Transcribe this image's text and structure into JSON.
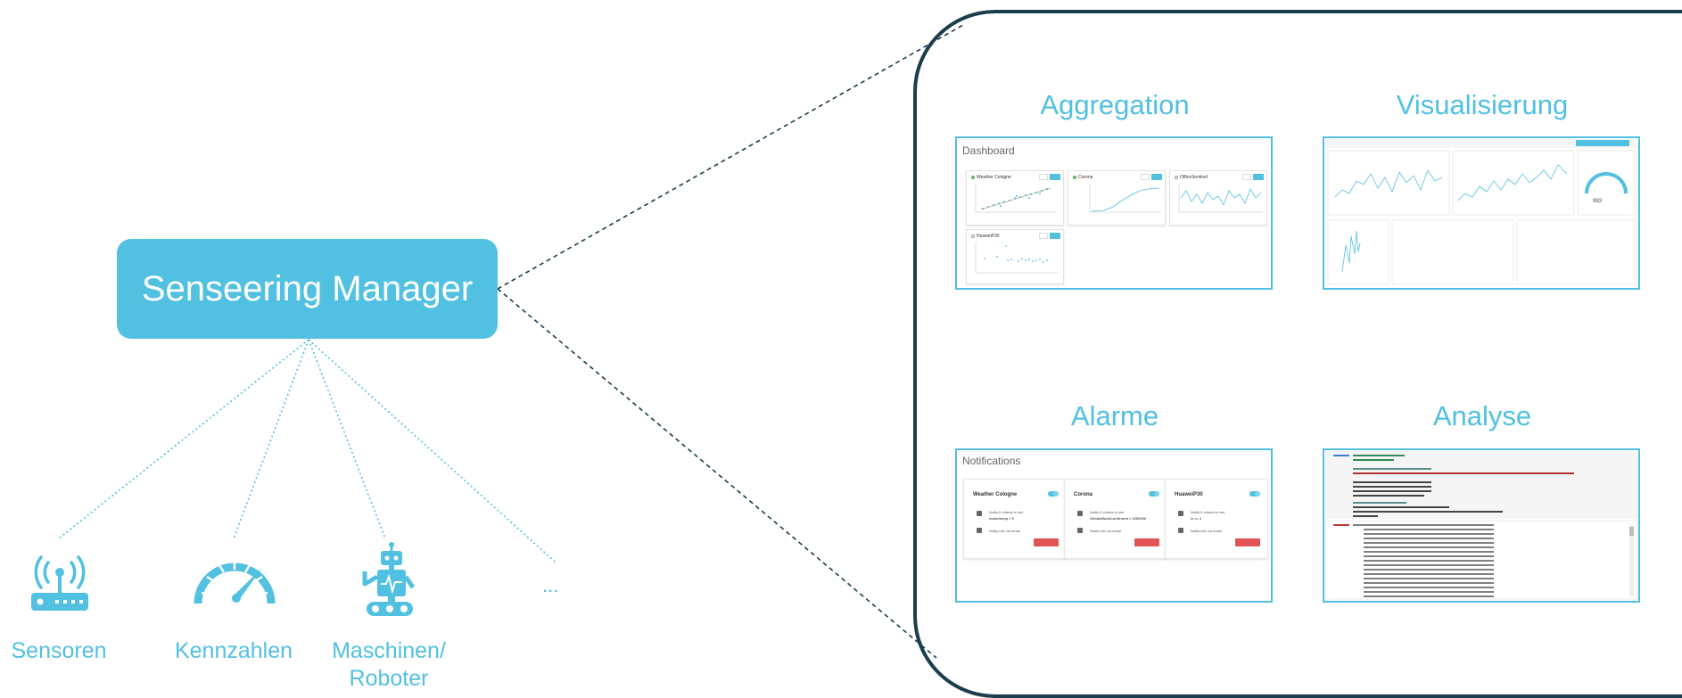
{
  "manager": {
    "label": "Senseering Manager"
  },
  "sources": [
    {
      "label": "Sensoren",
      "icon": "router-icon"
    },
    {
      "label": "Kennzahlen",
      "icon": "gauge-icon"
    },
    {
      "label": "Maschinen/\nRoboter",
      "icon": "robot-icon"
    }
  ],
  "more": "...",
  "sections": {
    "aggregation": {
      "title": "Aggregation",
      "thumb_title": "Dashboard",
      "cards": [
        "Weather Cologne",
        "Corona",
        "OfficeSentinel",
        "HuaweiP30"
      ]
    },
    "visualisierung": {
      "title": "Visualisierung",
      "gauge_value": "993"
    },
    "alarme": {
      "title": "Alarme",
      "thumb_title": "Notifications",
      "cards": [
        {
          "name": "Weather Cologne",
          "line1": "Notify if criteria is met",
          "line2": "/main/temp > 0",
          "line3": "Notify info via email"
        },
        {
          "name": "Corona",
          "line1": "Notify if criteria is met",
          "line2": "/Global/NewConfirmed > 1000000",
          "line3": "Notify info via email"
        },
        {
          "name": "HuaweiP30",
          "line1": "Notify if criteria is met",
          "line2": "/z >= 1",
          "line3": "Notify info via email"
        }
      ]
    },
    "analyse": {
      "title": "Analyse"
    }
  },
  "colors": {
    "accent": "#51c0e1",
    "panel_border": "#1b3e4d",
    "remove": "#e25454"
  }
}
